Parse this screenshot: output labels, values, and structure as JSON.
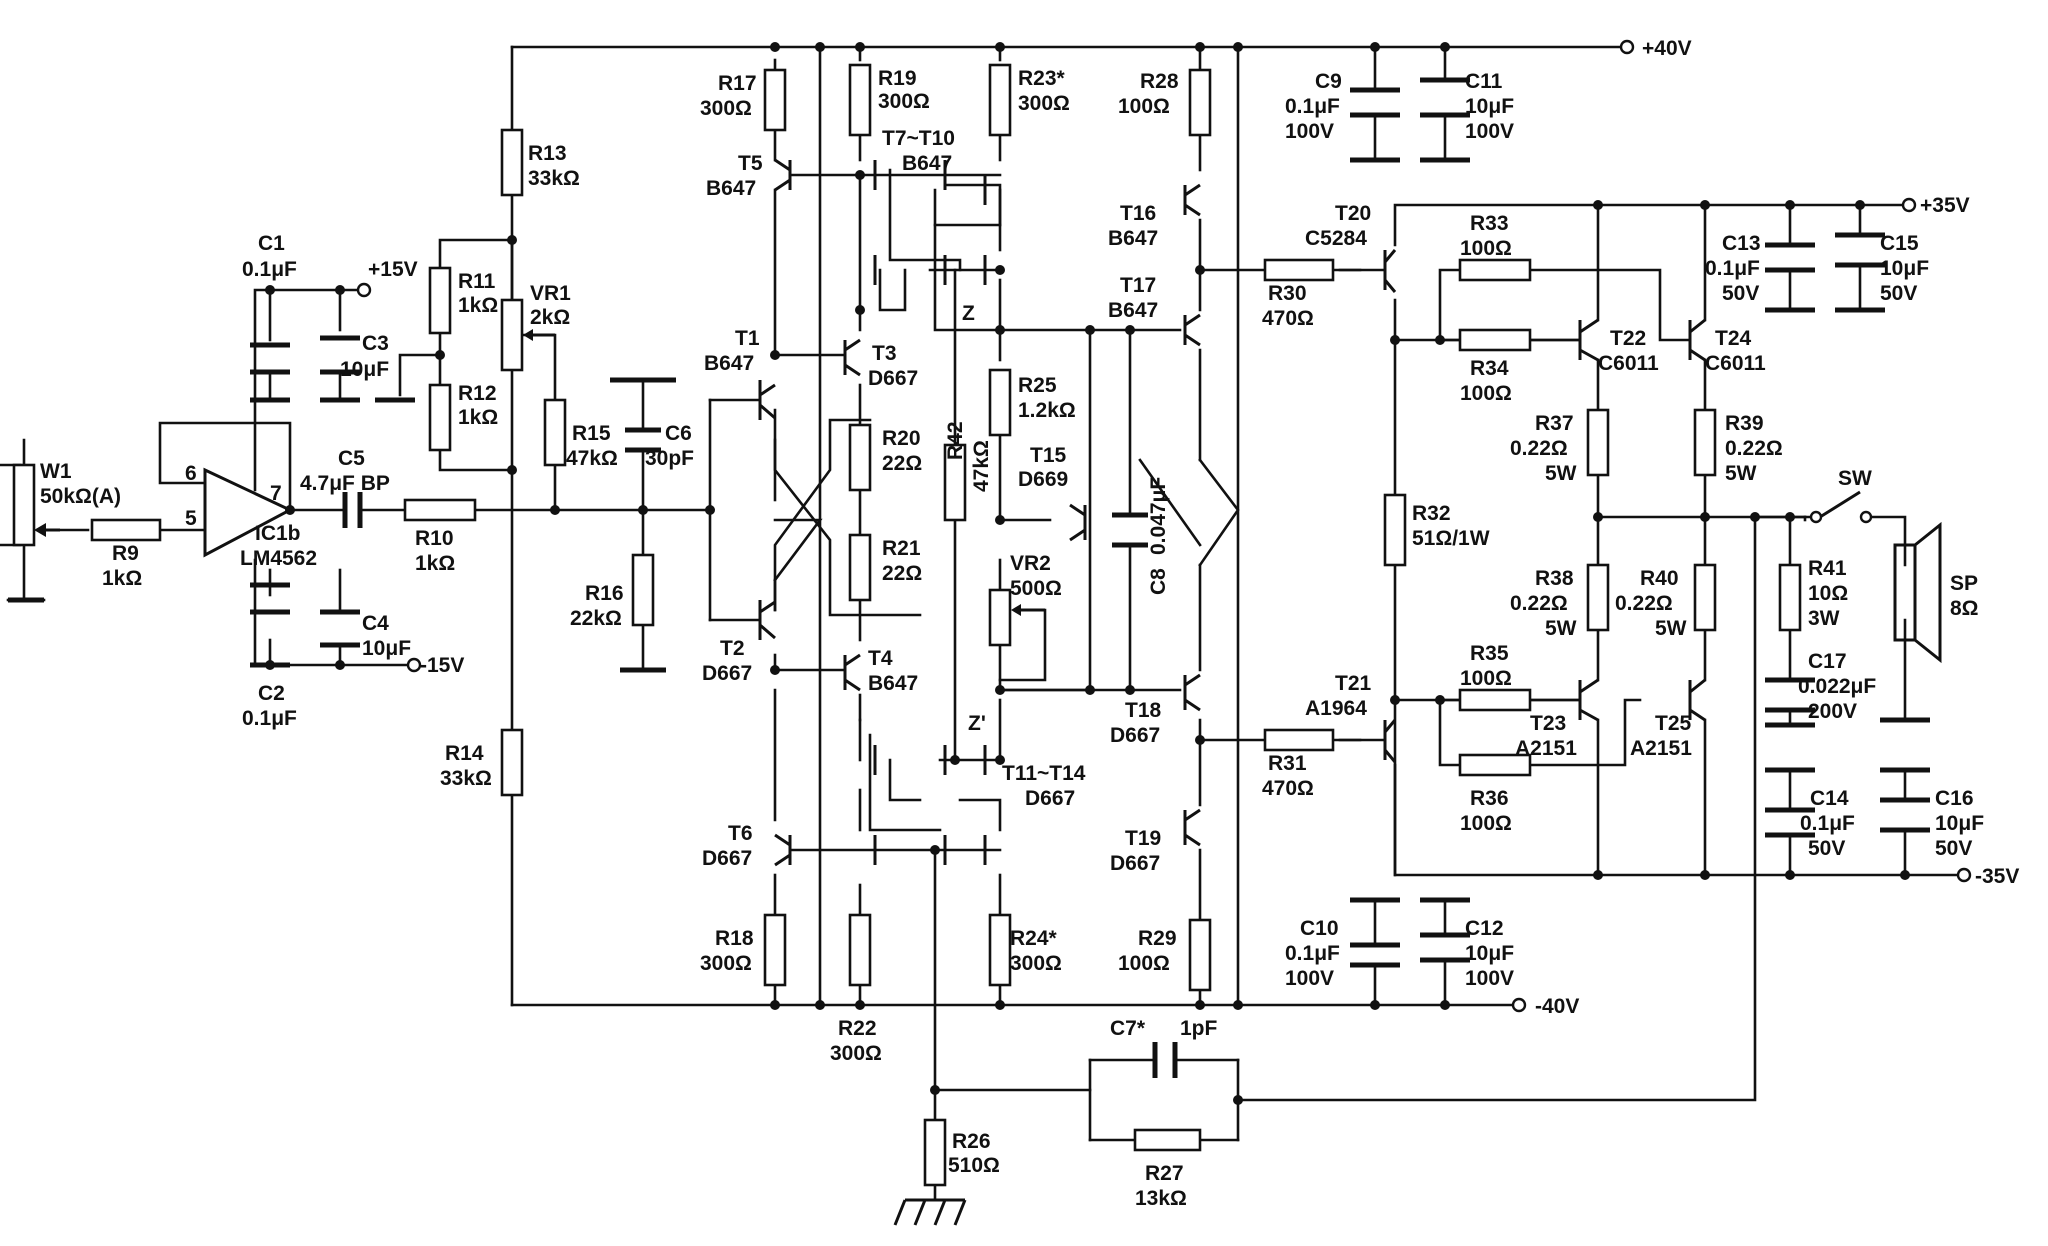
{
  "diagram": {
    "type": "circuit-schematic",
    "labels": {
      "W1": "W1",
      "W1_val": "50kΩ(A)",
      "R9": "R9",
      "R9_val": "1kΩ",
      "pin6": "6",
      "pin5": "5",
      "pin7": "7",
      "IC1": "IC1b",
      "IC1_type": "LM4562",
      "C1": "C1",
      "C1_val": "0.1μF",
      "C2": "C2",
      "C2_val": "0.1μF",
      "C3": "C3",
      "C3_val": "10μF",
      "C4": "C4",
      "C4_val": "10μF",
      "p15": "+15V",
      "m15": "-15V",
      "C5": "C5",
      "C5_val": "4.7μF BP",
      "R10": "R10",
      "R10_val": "1kΩ",
      "R11": "R11",
      "R11_val": "1kΩ",
      "R12": "R12",
      "R12_val": "1kΩ",
      "VR1": "VR1",
      "VR1_val": "2kΩ",
      "R13": "R13",
      "R13_val": "33kΩ",
      "R14": "R14",
      "R14_val": "33kΩ",
      "R15": "R15",
      "R15_val": "47kΩ",
      "C6": "C6",
      "C6_val": "30pF",
      "R16": "R16",
      "R16_val": "22kΩ",
      "R17": "R17",
      "R17_val": "300Ω",
      "R18": "R18",
      "R18_val": "300Ω",
      "R19": "R19",
      "R19_val": "300Ω",
      "R20": "R20",
      "R20_val": "22Ω",
      "R21": "R21",
      "R21_val": "22Ω",
      "R22": "R22",
      "R22_val": "300Ω",
      "R23": "R23*",
      "R23_val": "300Ω",
      "R24": "R24*",
      "R24_val": "300Ω",
      "R25": "R25",
      "R25_val": "1.2kΩ",
      "R26": "R26",
      "R26_val": "510Ω",
      "R27": "R27",
      "R27_val": "13kΩ",
      "R28": "R28",
      "R28_val": "100Ω",
      "R29": "R29",
      "R29_val": "100Ω",
      "R30": "R30",
      "R30_val": "470Ω",
      "R31": "R31",
      "R31_val": "470Ω",
      "R32": "R32",
      "R32_val": "51Ω/1W",
      "R33": "R33",
      "R33_val": "100Ω",
      "R34": "R34",
      "R34_val": "100Ω",
      "R35": "R35",
      "R35_val": "100Ω",
      "R36": "R36",
      "R36_val": "100Ω",
      "R37": "R37",
      "R37_val": "0.22Ω",
      "R37_w": "5W",
      "R38": "R38",
      "R38_val": "0.22Ω",
      "R38_w": "5W",
      "R39": "R39",
      "R39_val": "0.22Ω",
      "R39_w": "5W",
      "R40": "R40",
      "R40_val": "0.22Ω",
      "R40_w": "5W",
      "R41": "R41",
      "R41_val": "10Ω",
      "R41_w": "3W",
      "R42": "R42",
      "R42_val": "47kΩ",
      "VR2": "VR2",
      "VR2_val": "500Ω",
      "C7": "C7*",
      "C7_val": "1pF",
      "C8": "C8",
      "C8_val": "0.047μF",
      "C9": "C9",
      "C9_val": "0.1μF",
      "C9_v": "100V",
      "C10": "C10",
      "C10_val": "0.1μF",
      "C10_v": "100V",
      "C11": "C11",
      "C11_val": "10μF",
      "C11_v": "100V",
      "C12": "C12",
      "C12_val": "10μF",
      "C12_v": "100V",
      "C13": "C13",
      "C13_val": "0.1μF",
      "C13_v": "50V",
      "C14": "C14",
      "C14_val": "0.1μF",
      "C14_v": "50V",
      "C15": "C15",
      "C15_val": "10μF",
      "C15_v": "50V",
      "C16": "C16",
      "C16_val": "10μF",
      "C16_v": "50V",
      "C17": "C17",
      "C17_val": "0.022μF",
      "C17_v": "200V",
      "T1": "T1",
      "T1_type": "B647",
      "T2": "T2",
      "T2_type": "D667",
      "T3": "T3",
      "T3_type": "D667",
      "T4": "T4",
      "T4_type": "B647",
      "T5": "T5",
      "T5_type": "B647",
      "T6": "T6",
      "T6_type": "D667",
      "T7_10": "T7~T10",
      "T7_10_type": "B647",
      "T11_14": "T11~T14",
      "T11_14_type": "D667",
      "T15": "T15",
      "T15_type": "D669",
      "T16": "T16",
      "T16_type": "B647",
      "T17": "T17",
      "T17_type": "B647",
      "T18": "T18",
      "T18_type": "D667",
      "T19": "T19",
      "T19_type": "D667",
      "T20": "T20",
      "T20_type": "C5284",
      "T21": "T21",
      "T21_type": "A1964",
      "T22": "T22",
      "T22_type": "C6011",
      "T23": "T23",
      "T23_type": "A2151",
      "T24": "T24",
      "T24_type": "C6011",
      "T25": "T25",
      "T25_type": "A2151",
      "Z": "Z",
      "Zp": "Z'",
      "p40": "+40V",
      "m40": "-40V",
      "p35": "+35V",
      "m35": "-35V",
      "SW": "SW",
      "SP": "SP",
      "SP_val": "8Ω"
    }
  }
}
